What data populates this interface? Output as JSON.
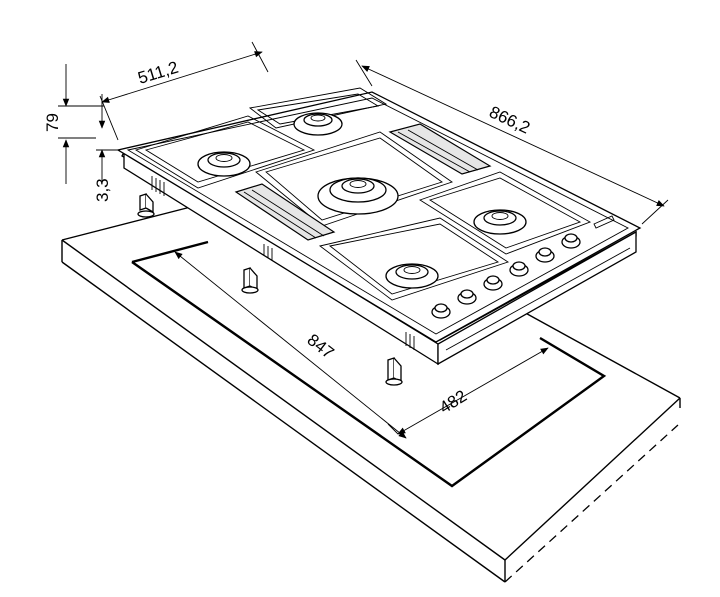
{
  "dimensions": {
    "hob_depth": "511,2",
    "hob_width": "866,2",
    "hob_height": "79",
    "below_top": "3,3",
    "cutout_width": "847",
    "cutout_depth": "482"
  },
  "burner_count": 5,
  "control_knob_count": 6
}
